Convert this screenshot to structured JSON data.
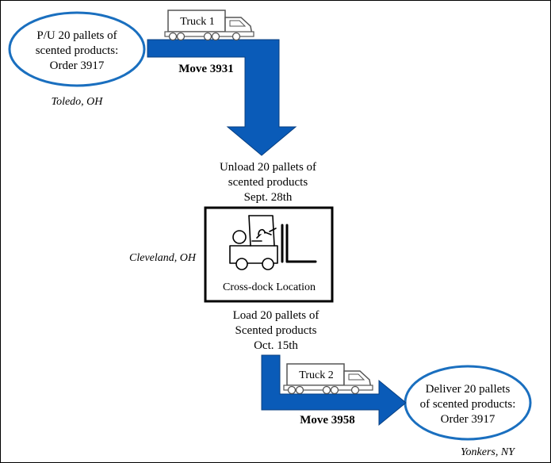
{
  "origin": {
    "pickup_lines": [
      "P/U 20 pallets of",
      "scented products:",
      "Order 3917"
    ],
    "city": "Toledo, OH"
  },
  "truck1": {
    "label": "Truck 1",
    "move": "Move 3931"
  },
  "unload": {
    "lines": [
      "Unload 20 pallets of",
      "scented products",
      "Sept. 28th"
    ]
  },
  "crossdock": {
    "city": "Cleveland, OH",
    "label": "Cross-dock Location"
  },
  "load": {
    "lines": [
      "Load 20 pallets of",
      "Scented products",
      "Oct. 15th"
    ]
  },
  "truck2": {
    "label": "Truck 2",
    "move": "Move 3958"
  },
  "destination": {
    "deliver_lines": [
      "Deliver 20 pallets",
      "of scented products:",
      "Order 3917"
    ],
    "city": "Yonkers, NY"
  },
  "colors": {
    "arrow": "#0a5bb8",
    "ellipse_stroke": "#1a6fbf"
  },
  "icons": [
    "truck-icon",
    "forklift-icon"
  ]
}
